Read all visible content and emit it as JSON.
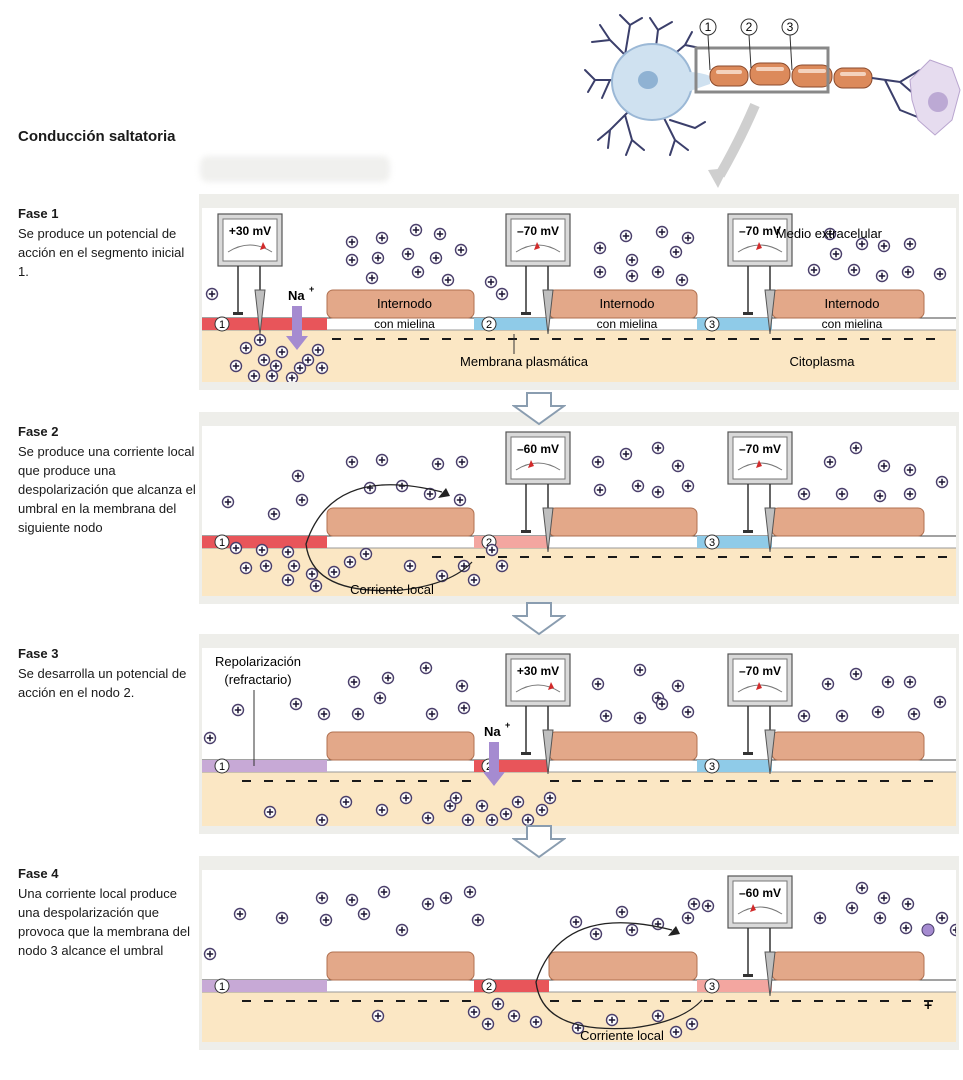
{
  "title": "Conducción saltatoria",
  "neuron_nodes": [
    "1",
    "2",
    "3"
  ],
  "labels": {
    "internode_line1": "Internodo",
    "internode_line2": "con mielina",
    "extracellular": "Medio extracelular",
    "membrane": "Membrana plasmática",
    "cytoplasm": "Citoplasma",
    "na": "Na",
    "na_sup": "+",
    "local_current": "Corriente local",
    "repolarization_line1": "Repolarización",
    "repolarization_line2": "(refractario)",
    "plus": "+",
    "minus": "–"
  },
  "colors": {
    "action_potential": "#e8555a",
    "resting": "#8fcbe8",
    "depolarizing": "#f3a6a0",
    "refractory": "#c7a9d6",
    "myelin": "#e3a889",
    "cytoplasm": "#fbe7c4",
    "ion": "#4a3f6b"
  },
  "phases": [
    {
      "title": "Fase 1",
      "desc": "Se produce un potencial de acción en el segmento inicial 1.",
      "node_states": [
        "action_potential",
        "resting",
        "resting"
      ],
      "meters": [
        {
          "node": "1",
          "reading": "+30 mV"
        },
        {
          "node": "2",
          "reading": "–70 mV"
        },
        {
          "node": "3",
          "reading": "–70 mV"
        }
      ]
    },
    {
      "title": "Fase 2",
      "desc": "Se produce una corriente local que produce una despolarización que alcanza el umbral en la membrana del siguiente nodo",
      "node_states": [
        "action_potential",
        "depolarizing",
        "resting"
      ],
      "meters": [
        {
          "node": "2",
          "reading": "–60 mV"
        },
        {
          "node": "3",
          "reading": "–70 mV"
        }
      ]
    },
    {
      "title": "Fase 3",
      "desc": "Se desarrolla un potencial de acción en el nodo 2.",
      "node_states": [
        "refractory",
        "action_potential",
        "resting"
      ],
      "meters": [
        {
          "node": "2",
          "reading": "+30 mV"
        },
        {
          "node": "3",
          "reading": "–70 mV"
        }
      ]
    },
    {
      "title": "Fase 4",
      "desc": "Una corriente local produce una despolarización que provoca que la membrana del nodo 3 alcance el umbral",
      "node_states": [
        "refractory",
        "action_potential",
        "depolarizing"
      ],
      "meters": [
        {
          "node": "3",
          "reading": "–60 mV"
        }
      ]
    }
  ]
}
